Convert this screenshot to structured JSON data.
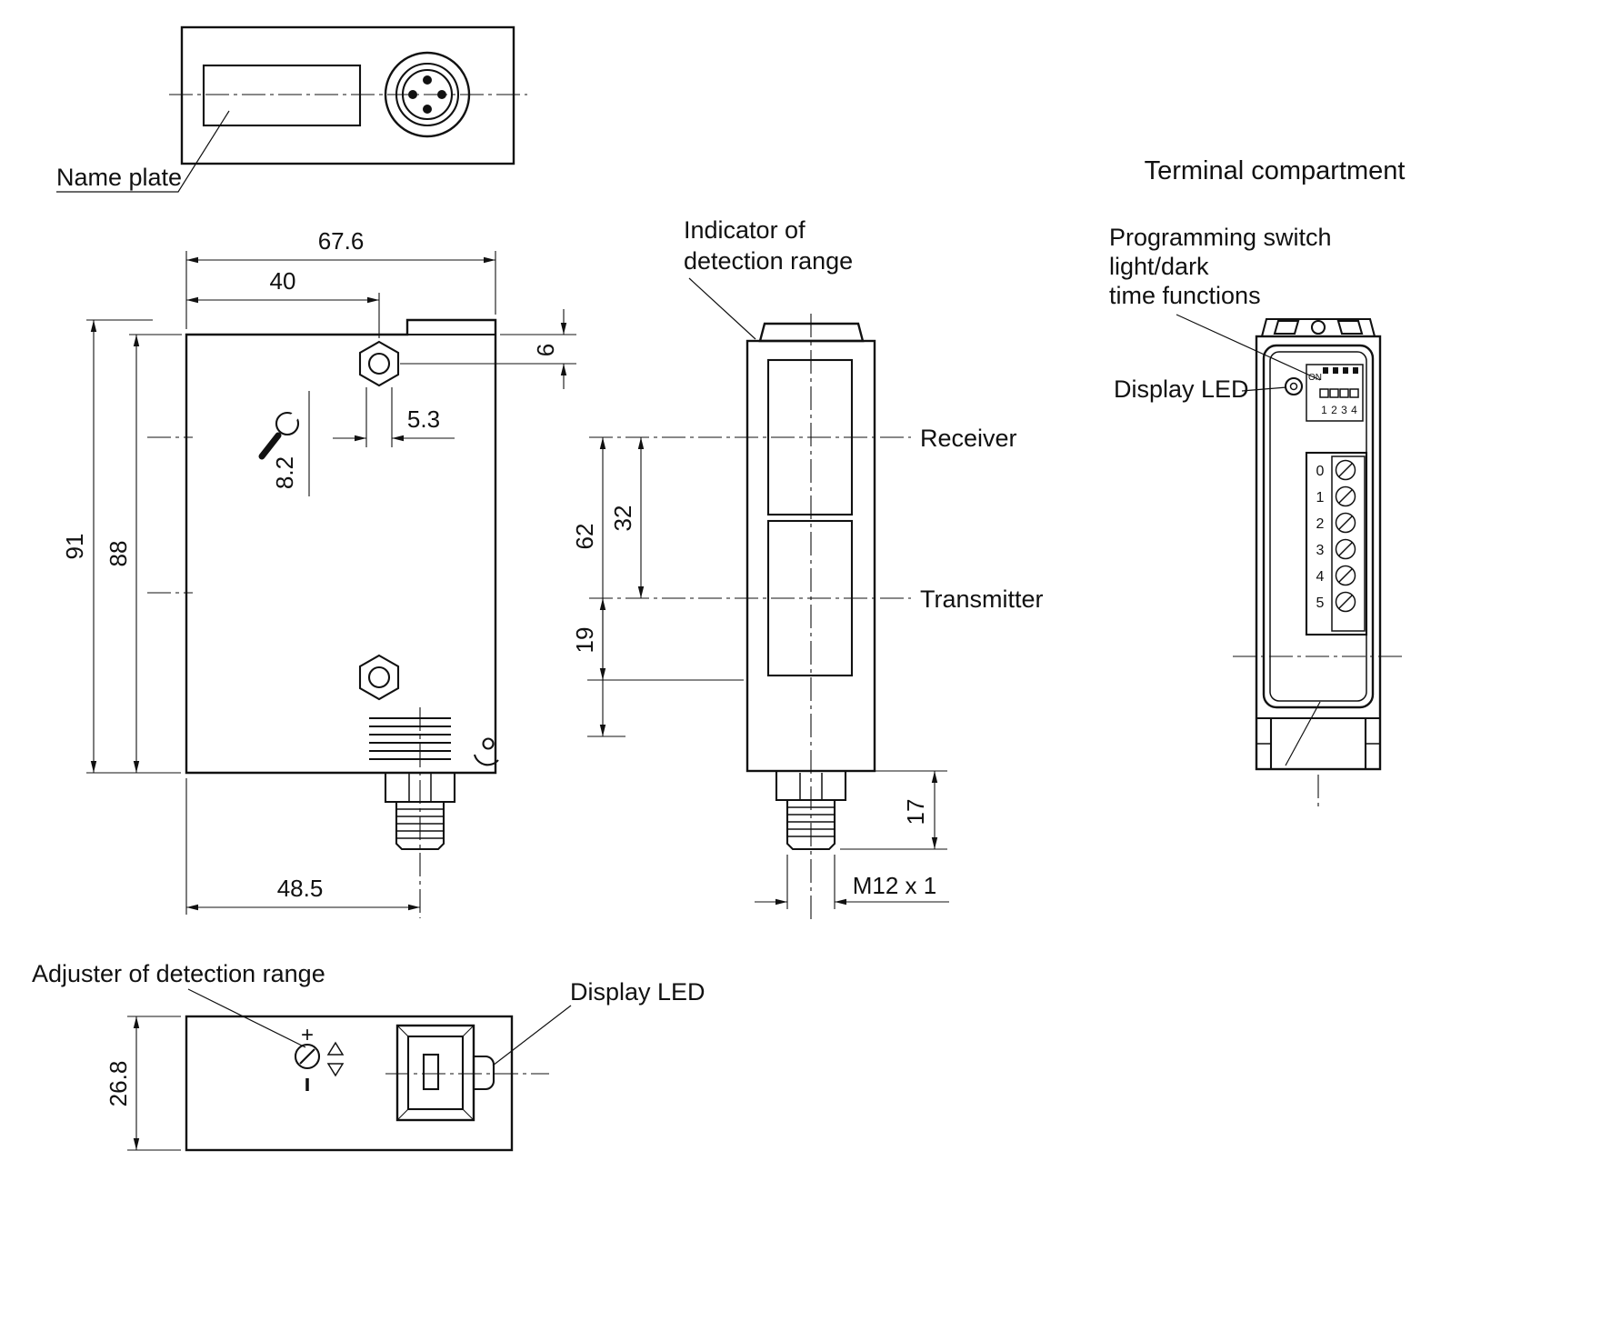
{
  "page": {
    "background": "#ffffff",
    "line_color": "#111111"
  },
  "top_view": {
    "name_plate_label": "Name plate"
  },
  "side_view": {
    "dim_width": "67.6",
    "dim_hole_offset": "40",
    "dim_height_overall": "91",
    "dim_height_body": "88",
    "dim_top_to_hole": "6",
    "dim_hole_slot": "5.3",
    "dim_wrench_size": "8.2",
    "dim_connector_offset": "48.5"
  },
  "front_view": {
    "indicator_label_line1": "Indicator of",
    "indicator_label_line2": "detection range",
    "receiver_label": "Receiver",
    "transmitter_label": "Transmitter",
    "dim_receiver_axis": "62",
    "dim_axis_gap": "32",
    "dim_transmitter_axis": "19",
    "dim_connector_length": "17",
    "thread_label": "M12 x 1"
  },
  "terminal_view": {
    "title": "Terminal compartment",
    "programming_label_line1": "Programming switch",
    "programming_label_line2": "light/dark",
    "programming_label_line3": "time functions",
    "display_led_label": "Display LED",
    "dip_on_label": "ON",
    "dip_numbers": [
      "1",
      "2",
      "3",
      "4"
    ],
    "terminal_numbers": [
      "0",
      "1",
      "2",
      "3",
      "4",
      "5"
    ]
  },
  "bottom_view": {
    "adjuster_label": "Adjuster of detection range",
    "display_led_label": "Display LED",
    "dim_height": "26.8",
    "plus_symbol": "+"
  }
}
